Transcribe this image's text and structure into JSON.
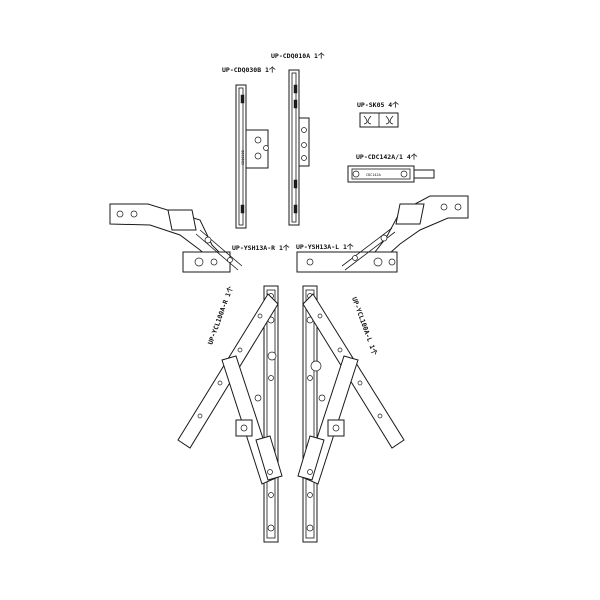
{
  "labels": {
    "keeper_a": "UP-CDQ010A 1个",
    "keeper_b": "UP-CDQ030B 1个",
    "sk": "UP-SK05 4个",
    "cdc": "UP-CDC142A/1 4个",
    "hinge_r": "UP-YSH13A-R 1个",
    "hinge_l": "UP-YSH13A-L 1个",
    "stay_r": "UP-YCL100A-R 1个",
    "stay_l": "UP-YCL100A-L 1个"
  },
  "marks": {
    "keeper_tag": "CDQ030B",
    "cdc_tag": "CDC142A"
  }
}
